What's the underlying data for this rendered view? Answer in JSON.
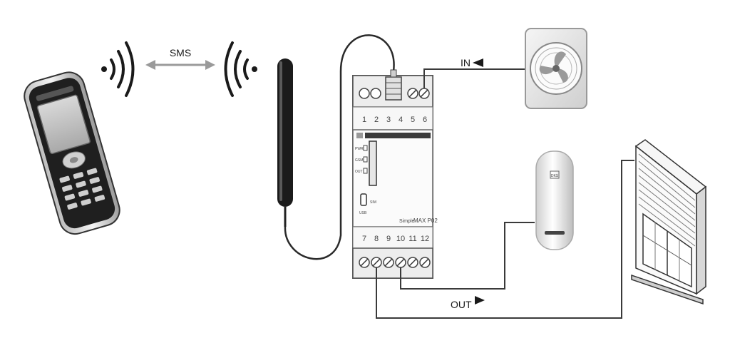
{
  "labels": {
    "sms": "SMS",
    "in": "IN",
    "out": "OUT",
    "model": "MAX P02",
    "brand": "Simple",
    "top_terminals": [
      "1",
      "2",
      "3",
      "4",
      "5",
      "6"
    ],
    "bottom_terminals": [
      "7",
      "8",
      "9",
      "10",
      "11",
      "12"
    ],
    "leds": [
      "PWR",
      "GSM",
      "OUT"
    ],
    "usb": "USB",
    "sim": "SIM",
    "heater_logo": "DKS"
  },
  "colors": {
    "line": "#3a3a3a",
    "arrow": "#9a9a9a",
    "device_body": "#f2f2f2",
    "device_stroke": "#555555"
  },
  "icons": [
    "phone-icon",
    "wireless-signal-icon",
    "antenna-icon",
    "fan-icon",
    "water-heater-icon",
    "roller-shutter-window-icon",
    "controller-module-icon"
  ]
}
